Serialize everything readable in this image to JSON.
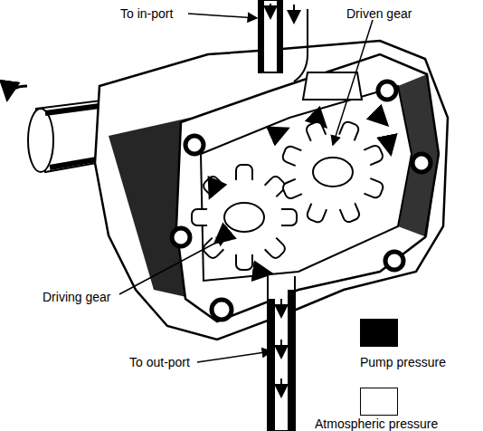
{
  "diagram": {
    "labels": [
      "To in-port",
      "Driven gear",
      "Driving gear",
      "To out-port"
    ],
    "legend": [
      {
        "text": "Pump pressure",
        "color": "#000000"
      },
      {
        "text": "Atmospheric pressure",
        "color": "#ffffff"
      }
    ]
  }
}
